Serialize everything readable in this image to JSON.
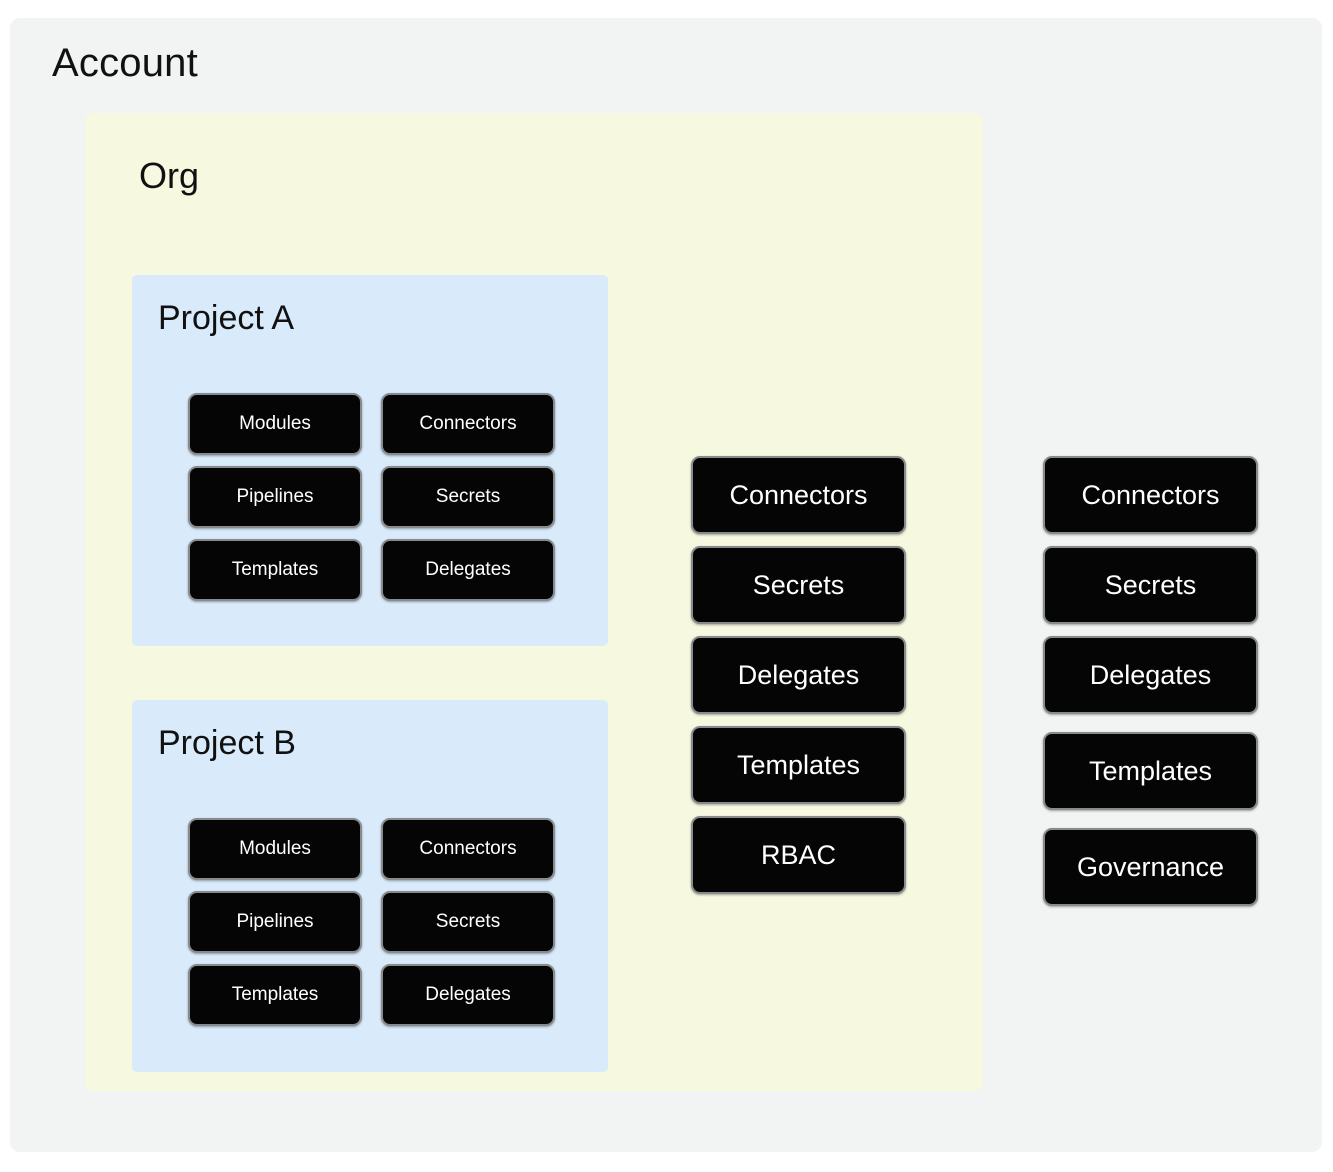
{
  "diagram": {
    "title": "Account",
    "type": "hierarchy-scope-diagram",
    "colors": {
      "account_background": "#f2f3f3",
      "org_background": "#f6f8e0",
      "project_background": "#d9eafb",
      "chip_fill": "#050505",
      "chip_border": "#888b8d",
      "chip_text": "#ffffff",
      "heading_text": "#111111"
    }
  },
  "account": {
    "label": "Account",
    "resources": [
      {
        "label": "Connectors"
      },
      {
        "label": "Secrets"
      },
      {
        "label": "Delegates"
      },
      {
        "label": "Templates"
      },
      {
        "label": "Governance"
      }
    ]
  },
  "org": {
    "label": "Org",
    "resources": [
      {
        "label": "Connectors"
      },
      {
        "label": "Secrets"
      },
      {
        "label": "Delegates"
      },
      {
        "label": "Templates"
      },
      {
        "label": "RBAC"
      }
    ]
  },
  "projects": [
    {
      "label": "Project A",
      "resources": [
        {
          "label": "Modules"
        },
        {
          "label": "Connectors"
        },
        {
          "label": "Pipelines"
        },
        {
          "label": "Secrets"
        },
        {
          "label": "Templates"
        },
        {
          "label": "Delegates"
        }
      ]
    },
    {
      "label": "Project B",
      "resources": [
        {
          "label": "Modules"
        },
        {
          "label": "Connectors"
        },
        {
          "label": "Pipelines"
        },
        {
          "label": "Secrets"
        },
        {
          "label": "Templates"
        },
        {
          "label": "Delegates"
        }
      ]
    }
  ]
}
